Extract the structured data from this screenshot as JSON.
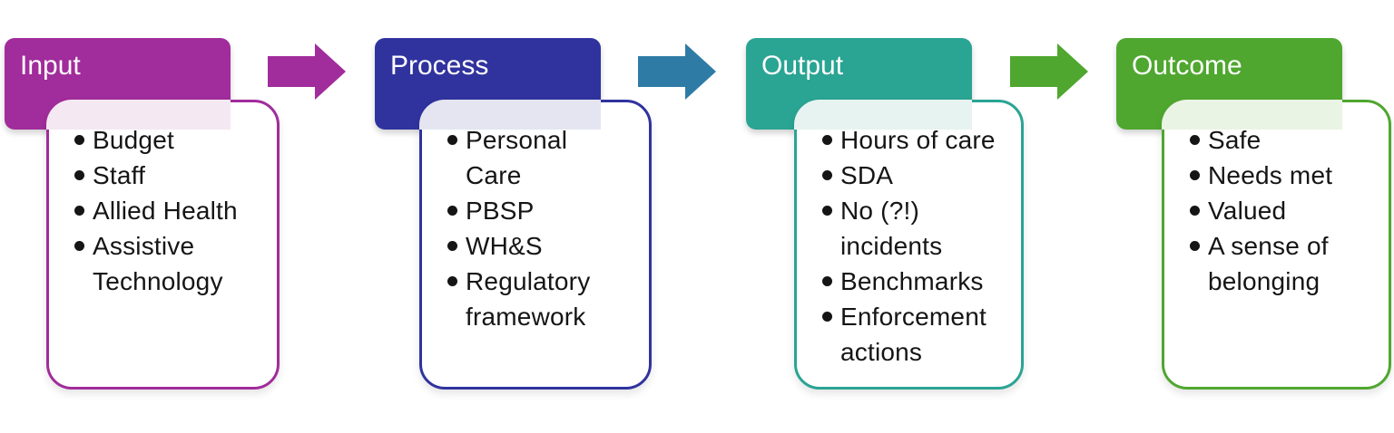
{
  "diagram": {
    "stages": [
      {
        "label": "Input",
        "items": [
          "Budget",
          "Staff",
          "Allied Health",
          "Assistive\nTechnology"
        ],
        "header_color": "#A12C9B",
        "tint_color": "#F4E8F3"
      },
      {
        "label": "Process",
        "items": [
          "Personal\nCare",
          "PBSP",
          "WH&S",
          "Regulatory\nframework"
        ],
        "header_color": "#30339E",
        "tint_color": "#E4E5F1"
      },
      {
        "label": "Output",
        "items": [
          "Hours of care",
          "SDA",
          "No (?!)\nincidents",
          "Benchmarks",
          "Enforcement\nactions"
        ],
        "header_color": "#2AA493",
        "tint_color": "#E7F3F0"
      },
      {
        "label": "Outcome",
        "items": [
          "Safe",
          "Needs met",
          "Valued",
          "A sense of\nbelonging"
        ],
        "header_color": "#4FA72F",
        "tint_color": "#EAF4E4"
      }
    ],
    "arrows": [
      {
        "name": "arrow-input-to-process",
        "color": "#A12C9B"
      },
      {
        "name": "arrow-process-to-output",
        "color": "#2E7CA6"
      },
      {
        "name": "arrow-output-to-outcome",
        "color": "#4FA72F"
      }
    ],
    "text_color": "#151515",
    "background_color": "#FFFFFF"
  }
}
